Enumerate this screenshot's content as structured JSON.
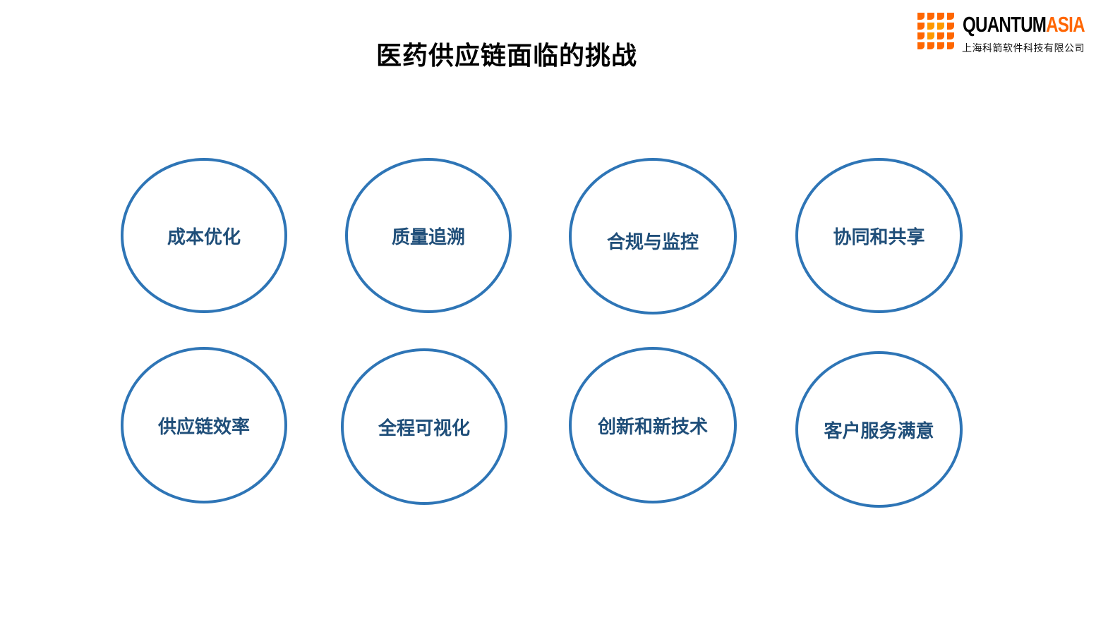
{
  "title": "医药供应链面临的挑战",
  "logo": {
    "word_main": "QUANTUM",
    "word_accent": "ASIA",
    "subtitle": "上海科箭软件科技有限公司",
    "colors": {
      "orange": "#ff6600",
      "light_orange": "#ff9900",
      "black": "#000000"
    }
  },
  "colors": {
    "circle_border": "#2e75b6",
    "circle_text": "#1f4e79"
  },
  "challenges": [
    {
      "label": "成本优化"
    },
    {
      "label": "质量追溯"
    },
    {
      "label": "合规与监控"
    },
    {
      "label": "协同和共享"
    },
    {
      "label": "供应链效率"
    },
    {
      "label": "全程可视化"
    },
    {
      "label": "创新和新技术"
    },
    {
      "label": "客户服务满意"
    }
  ]
}
